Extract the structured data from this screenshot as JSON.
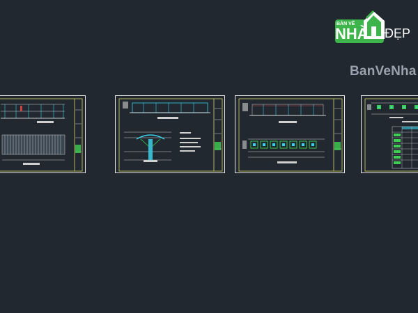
{
  "brand": {
    "logo_top": "BẢN VẼ",
    "logo_main": "NHÀ",
    "logo_suffix": "ĐẸP",
    "watermark": "BanVeNha",
    "colors": {
      "logo_green": "#3db54a",
      "background": "#212830",
      "sheet_border": "#e8e8e8",
      "frame_yellow": "#d9d36a",
      "cyan": "#39d2e8",
      "green": "#3ecf52"
    }
  },
  "sheets": [
    {
      "name": "sheet-1",
      "icon": "elevation-drawing"
    },
    {
      "name": "sheet-2",
      "icon": "section-drawing"
    },
    {
      "name": "sheet-3",
      "icon": "plan-drawing"
    },
    {
      "name": "sheet-4",
      "icon": "detail-table-drawing"
    }
  ]
}
